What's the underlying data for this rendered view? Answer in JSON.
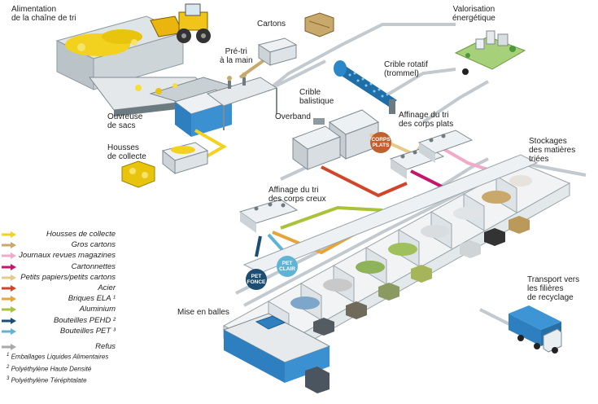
{
  "labels": {
    "alimentation_l1": "Alimentation",
    "alimentation_l2": "de la chaîne de tri",
    "cartons": "Cartons",
    "pretri_l1": "Pré-tri",
    "pretri_l2": "à la main",
    "valorisation_l1": "Valorisation",
    "valorisation_l2": "énergétique",
    "crible_rotatif_l1": "Crible rotatif",
    "crible_rotatif_l2": "(trommel)",
    "crible_balistique_l1": "Crible",
    "crible_balistique_l2": "balistique",
    "overband": "Overband",
    "ouvreuse_l1": "Ouvreuse",
    "ouvreuse_l2": "de sacs",
    "housses_l1": "Housses",
    "housses_l2": "de collecte",
    "affinage_plats_l1": "Affinage du tri",
    "affinage_plats_l2": "des corps plats",
    "stockages_l1": "Stockages",
    "stockages_l2": "des matières",
    "stockages_l3": "triées",
    "affinage_creux_l1": "Affinage du tri",
    "affinage_creux_l2": "des corps creux",
    "transport_l1": "Transport vers",
    "transport_l2": "les filières",
    "transport_l3": "de recyclage",
    "mise_en_balles": "Mise en balles"
  },
  "badges": {
    "corps_plats_l1": "CORPS",
    "corps_plats_l2": "PLATS",
    "pet_fonce_l1": "PET",
    "pet_fonce_l2": "FONCE",
    "pet_clair_l1": "PET",
    "pet_clair_l2": "CLAIR"
  },
  "legend": [
    {
      "label": "Housses de collecte",
      "color": "#f2d21e"
    },
    {
      "label": "Gros cartons",
      "color": "#c9a86b"
    },
    {
      "label": "Journaux revues magazines",
      "color": "#f3a9c8"
    },
    {
      "label": "Cartonnettes",
      "color": "#c4166b"
    },
    {
      "label": "Petits papiers/petits cartons",
      "color": "#e7c98a"
    },
    {
      "label": "Acier",
      "color": "#d2452a"
    },
    {
      "label": "Briques ELA ¹",
      "color": "#e6a53a"
    },
    {
      "label": "Aluminium",
      "color": "#a9c23a"
    },
    {
      "label": "Bouteilles PEHD ²",
      "color": "#1c4e73"
    },
    {
      "label": "Bouteilles PET ³",
      "color": "#5fb4d6"
    },
    {
      "label": "Refus",
      "color": "#a9a9a9"
    }
  ],
  "notes": [
    {
      "num": "1",
      "text": "Emballages Liquides Alimentaires"
    },
    {
      "num": "2",
      "text": "Polyéthylène Haute Densité"
    },
    {
      "num": "3",
      "text": "Polyéthylène Téréphtalate"
    }
  ],
  "colors": {
    "refus": "#b8c2c8",
    "bins": "#f1f3f4",
    "bin_shade": "#dde3e6"
  }
}
